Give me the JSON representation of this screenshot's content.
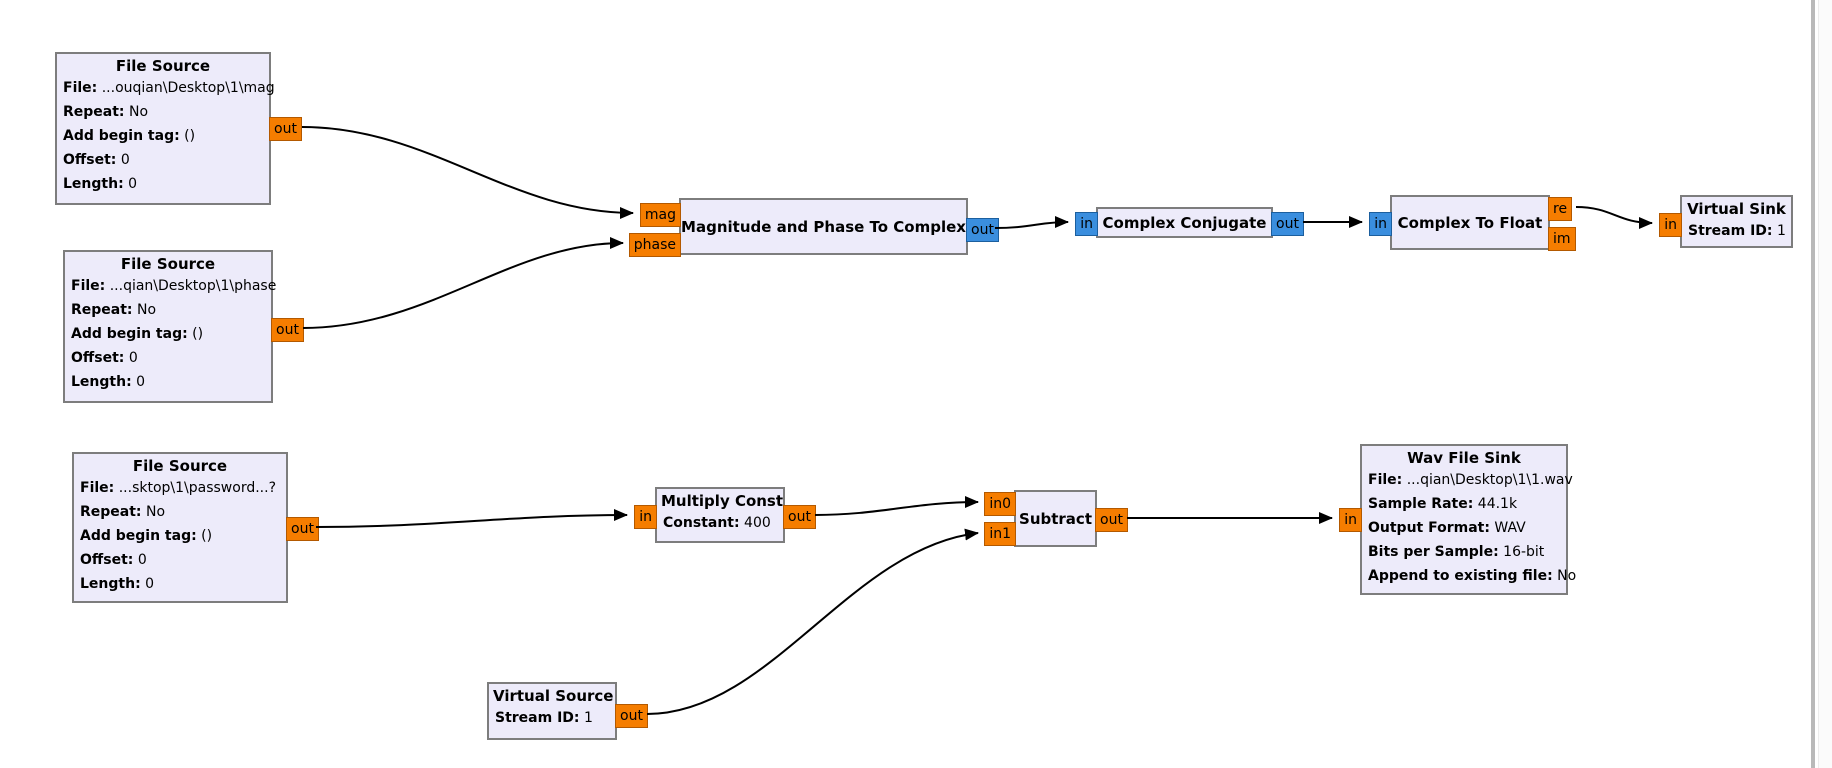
{
  "app": {
    "name": "GNU Radio Companion flowgraph canvas"
  },
  "colors": {
    "block_fill": "#EDEBFA",
    "block_border": "#7d7d7d",
    "port_float": "#F57D00",
    "port_complex": "#3A8EDE",
    "wire": "#000000"
  },
  "blocks": {
    "file_source_mag": {
      "title": "File Source",
      "params": [
        {
          "k": "File:",
          "v": "...ouqian\\Desktop\\1\\mag"
        },
        {
          "k": "Repeat:",
          "v": "No"
        },
        {
          "k": "Add begin tag:",
          "v": "()"
        },
        {
          "k": "Offset:",
          "v": "0"
        },
        {
          "k": "Length:",
          "v": "0"
        }
      ],
      "ports": {
        "out": "out"
      }
    },
    "file_source_phase": {
      "title": "File Source",
      "params": [
        {
          "k": "File:",
          "v": "...qian\\Desktop\\1\\phase"
        },
        {
          "k": "Repeat:",
          "v": "No"
        },
        {
          "k": "Add begin tag:",
          "v": "()"
        },
        {
          "k": "Offset:",
          "v": "0"
        },
        {
          "k": "Length:",
          "v": "0"
        }
      ],
      "ports": {
        "out": "out"
      }
    },
    "mag_phase_to_complex": {
      "title": "Magnitude and Phase To Complex",
      "ports": {
        "mag": "mag",
        "phase": "phase",
        "out": "out"
      }
    },
    "complex_conjugate": {
      "title": "Complex Conjugate",
      "ports": {
        "in": "in",
        "out": "out"
      }
    },
    "complex_to_float": {
      "title": "Complex To Float",
      "ports": {
        "in": "in",
        "re": "re",
        "im": "im"
      }
    },
    "virtual_sink": {
      "title": "Virtual Sink",
      "params": [
        {
          "k": "Stream ID:",
          "v": "1"
        }
      ],
      "ports": {
        "in": "in"
      }
    },
    "file_source_password": {
      "title": "File Source",
      "params": [
        {
          "k": "File:",
          "v": "...sktop\\1\\password...?"
        },
        {
          "k": "Repeat:",
          "v": "No"
        },
        {
          "k": "Add begin tag:",
          "v": "()"
        },
        {
          "k": "Offset:",
          "v": "0"
        },
        {
          "k": "Length:",
          "v": "0"
        }
      ],
      "ports": {
        "out": "out"
      }
    },
    "multiply_const": {
      "title": "Multiply Const",
      "params": [
        {
          "k": "Constant:",
          "v": "400"
        }
      ],
      "ports": {
        "in": "in",
        "out": "out"
      }
    },
    "subtract": {
      "title": "Subtract",
      "ports": {
        "in0": "in0",
        "in1": "in1",
        "out": "out"
      }
    },
    "wav_file_sink": {
      "title": "Wav File Sink",
      "params": [
        {
          "k": "File:",
          "v": "...qian\\Desktop\\1\\1.wav"
        },
        {
          "k": "Sample Rate:",
          "v": "44.1k"
        },
        {
          "k": "Output Format:",
          "v": "WAV"
        },
        {
          "k": "Bits per Sample:",
          "v": "16-bit"
        },
        {
          "k": "Append to existing file:",
          "v": "No"
        }
      ],
      "ports": {
        "in": "in"
      }
    },
    "virtual_source": {
      "title": "Virtual Source",
      "params": [
        {
          "k": "Stream ID:",
          "v": "1"
        }
      ],
      "ports": {
        "out": "out"
      }
    }
  }
}
